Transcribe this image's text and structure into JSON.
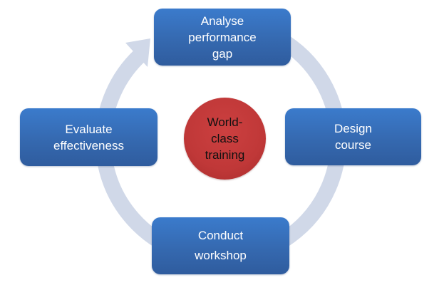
{
  "diagram": {
    "type": "cycle",
    "center": {
      "label": "World-\nclass\ntraining",
      "color": "#c03838"
    },
    "steps": [
      {
        "label": "Analyse\nperformance\ngap",
        "position": "top"
      },
      {
        "label": "Design\ncourse",
        "position": "right"
      },
      {
        "label": "Conduct\nworkshop",
        "position": "bottom"
      },
      {
        "label": "Evaluate\neffectiveness",
        "position": "left"
      }
    ],
    "box_color": "#3569b0",
    "arc_color": "#d0d8e8",
    "direction": "clockwise"
  }
}
